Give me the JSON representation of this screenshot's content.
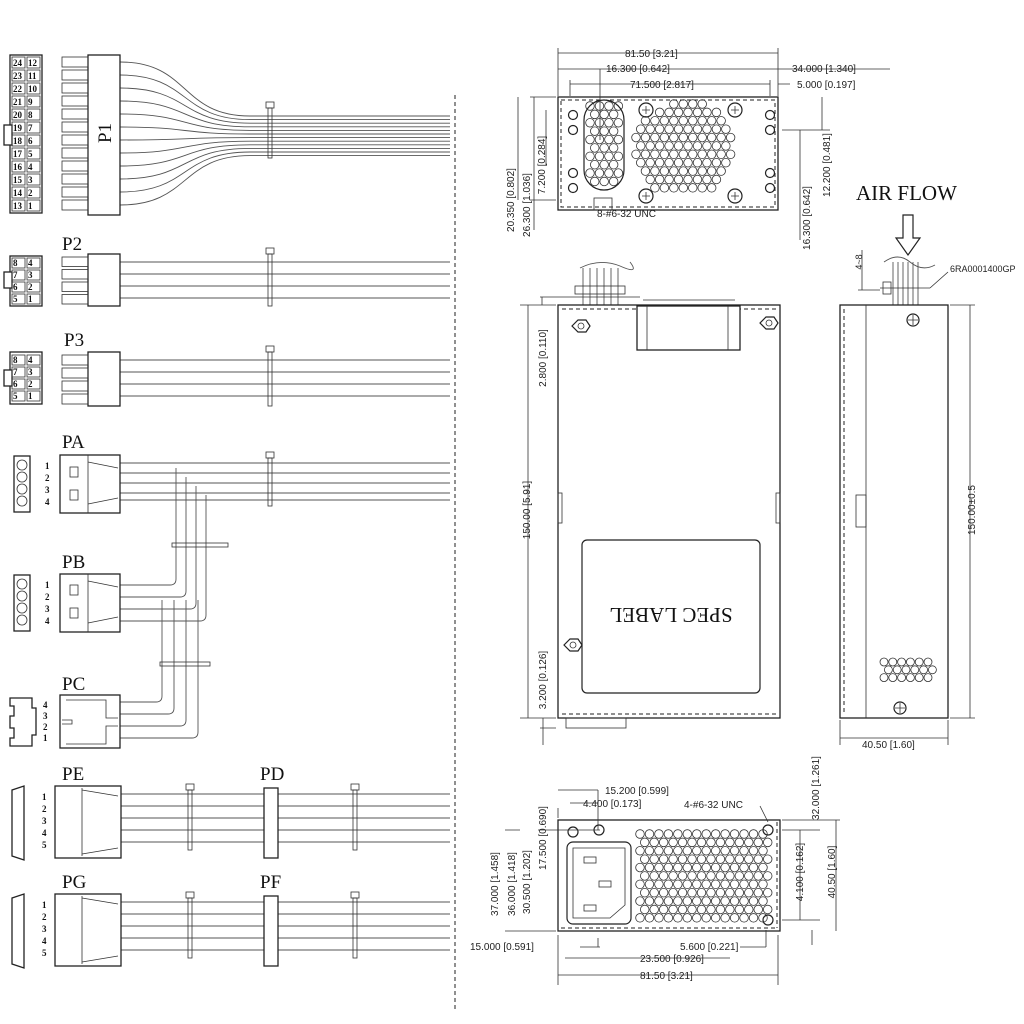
{
  "connectors": {
    "p1": {
      "label": "P1",
      "pins_left": [
        "24",
        "23",
        "22",
        "21",
        "20",
        "19",
        "18",
        "17",
        "16",
        "15",
        "14",
        "13"
      ],
      "pins_right": [
        "12",
        "11",
        "10",
        "9",
        "8",
        "7",
        "6",
        "5",
        "4",
        "3",
        "2",
        "1"
      ]
    },
    "p2": {
      "label": "P2",
      "pins_left": [
        "8",
        "7",
        "6",
        "5"
      ],
      "pins_right": [
        "4",
        "3",
        "2",
        "1"
      ]
    },
    "p3": {
      "label": "P3",
      "pins_left": [
        "8",
        "7",
        "6",
        "5"
      ],
      "pins_right": [
        "4",
        "3",
        "2",
        "1"
      ]
    },
    "pa": {
      "label": "PA",
      "pins": [
        "1",
        "2",
        "3",
        "4"
      ]
    },
    "pb": {
      "label": "PB",
      "pins": [
        "1",
        "2",
        "3",
        "4"
      ]
    },
    "pc": {
      "label": "PC",
      "pins": [
        "4",
        "3",
        "2",
        "1"
      ]
    },
    "pe": {
      "label": "PE",
      "pins": [
        "1",
        "2",
        "3",
        "4",
        "5"
      ]
    },
    "pd": {
      "label": "PD"
    },
    "pg": {
      "label": "PG",
      "pins": [
        "1",
        "2",
        "3",
        "4",
        "5"
      ]
    },
    "pf": {
      "label": "PF"
    }
  },
  "top_view": {
    "width": "81.50 [3.21]",
    "d1": "16.300 [0.642]",
    "d2": "34.000 [1.340]",
    "d3": "71.500 [2.817]",
    "d4": "5.000 [0.197]",
    "screws": "8-#6-32 UNC",
    "v1": "20.350 [0.802]",
    "v2": "26.300 [1.036]",
    "v3": "7.200 [0.284]",
    "v4": "16.300 [0.642]",
    "v5": "12.200 [0.481]"
  },
  "front_view": {
    "d1": "2.800 [0.110]",
    "length": "150.00 [5.91]",
    "d2": "3.200 [0.126]",
    "spec_label": "SPEC LABEL"
  },
  "side_view": {
    "air_flow": "AIR FLOW",
    "clip_range": "4~8",
    "part_no": "6RA0001400GP",
    "length": "150.00±0.5",
    "width": "40.50 [1.60]"
  },
  "rear_view": {
    "d1": "15.200 [0.599]",
    "d2": "4.400 [0.173]",
    "screws": "4-#6-32 UNC",
    "v_top": "32.000 [1.261]",
    "v1": "37.000 [1.458]",
    "v2": "36.000 [1.418]",
    "v3": "30.500 [1.202]",
    "v4": "17.500 [0.690]",
    "v5": "4.100 [0.162]",
    "height": "40.50 [1.60]",
    "b1": "15.000 [0.591]",
    "b2": "5.600 [0.221]",
    "b3": "23.500 [0.926]",
    "width": "81.50 [3.21]"
  }
}
